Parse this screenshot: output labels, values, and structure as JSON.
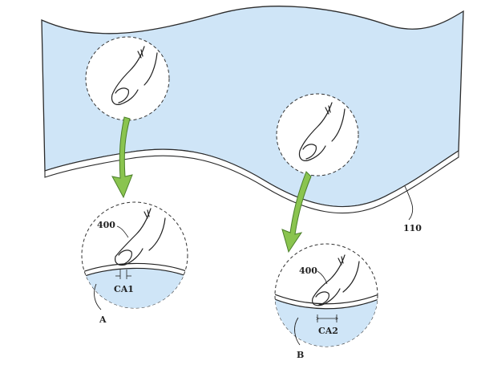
{
  "colors": {
    "panel_fill": "#cfe5f7",
    "outline": "#2b2b2b",
    "arrow_fill": "#8ac44f",
    "arrow_edge": "#4b7f2a",
    "background": "#ffffff"
  },
  "labels": {
    "panel_ref": "110",
    "finger_ref_a": "400",
    "finger_ref_b": "400",
    "contact_a": "CA1",
    "contact_b": "CA2",
    "region_a": "A",
    "region_b": "B"
  },
  "icons": {
    "finger": "finger-touch-icon",
    "arrow": "curved-arrow-icon"
  }
}
